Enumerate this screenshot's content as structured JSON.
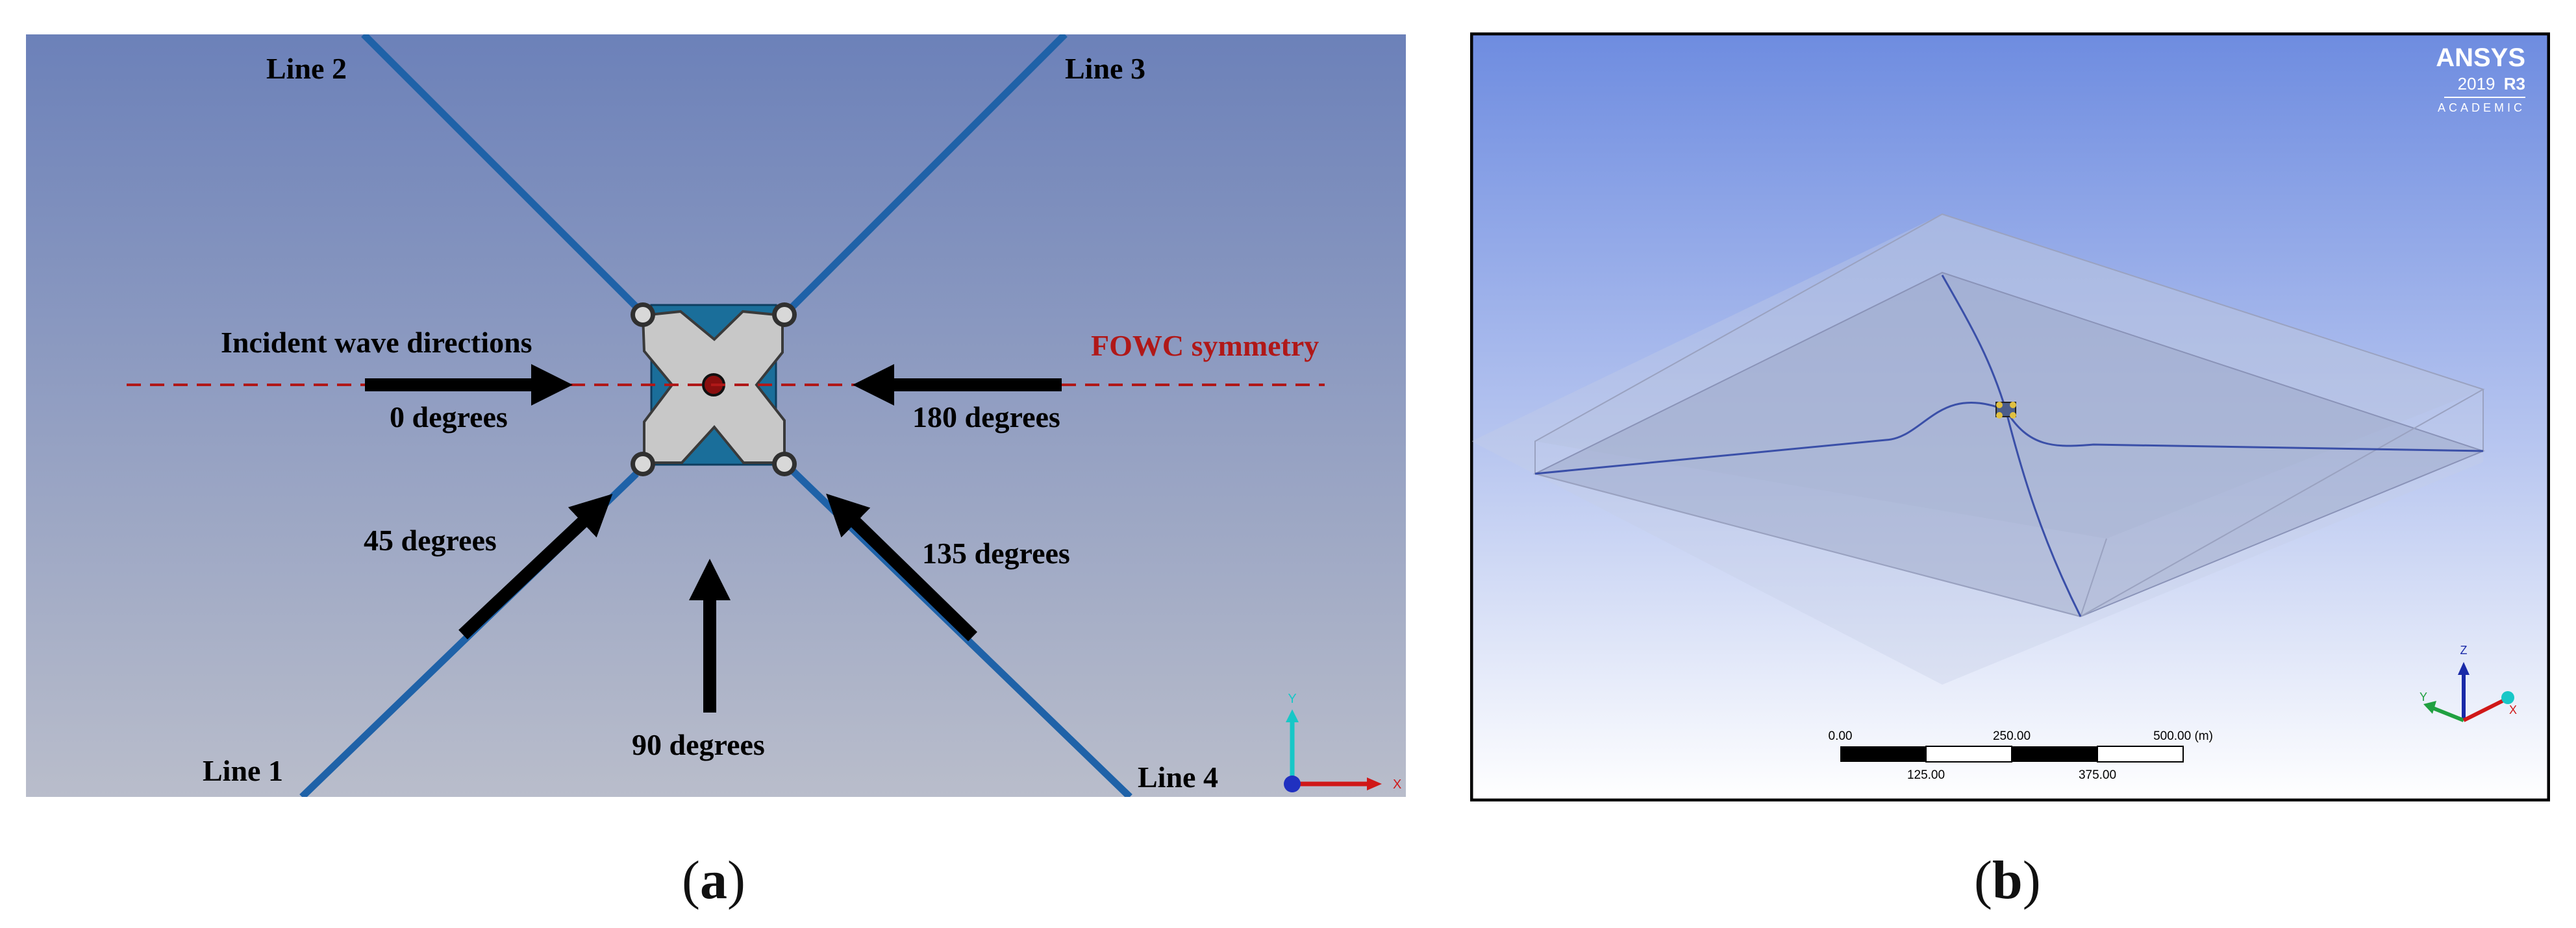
{
  "panel_a": {
    "lines": [
      "Line 1",
      "Line 2",
      "Line 3",
      "Line 4"
    ],
    "incident_title": "Incident wave directions",
    "symmetry_label": "FOWC symmetry",
    "angles": [
      "0 degrees",
      "45 degrees",
      "90 degrees",
      "135 degrees",
      "180 degrees"
    ],
    "axis_y": "Y",
    "axis_x": "X",
    "colors": {
      "background_top": "#6c81b9",
      "background_bottom": "#b9bdcb",
      "line": "#1f62a8",
      "platform": "#1a6e9a",
      "symmetry": "#b01818",
      "arrow": "#000000"
    }
  },
  "panel_b": {
    "brand": "ANSYS",
    "version_prefix": "2019",
    "version_suffix": "R3",
    "edition": "ACADEMIC",
    "scale_top": [
      "0.00",
      "250.00",
      "500.00 (m)"
    ],
    "scale_bottom": [
      "125.00",
      "375.00"
    ],
    "axis_z": "Z",
    "axis_y": "Y",
    "axis_x": "X",
    "colors": {
      "background_top": "#6e8ce0",
      "background_bottom": "#ffffff",
      "mooring": "#3a4fa8"
    }
  },
  "captions": {
    "a_open": "(",
    "a_letter": "a",
    "a_close": ")",
    "b_open": "(",
    "b_letter": "b",
    "b_close": ")"
  }
}
